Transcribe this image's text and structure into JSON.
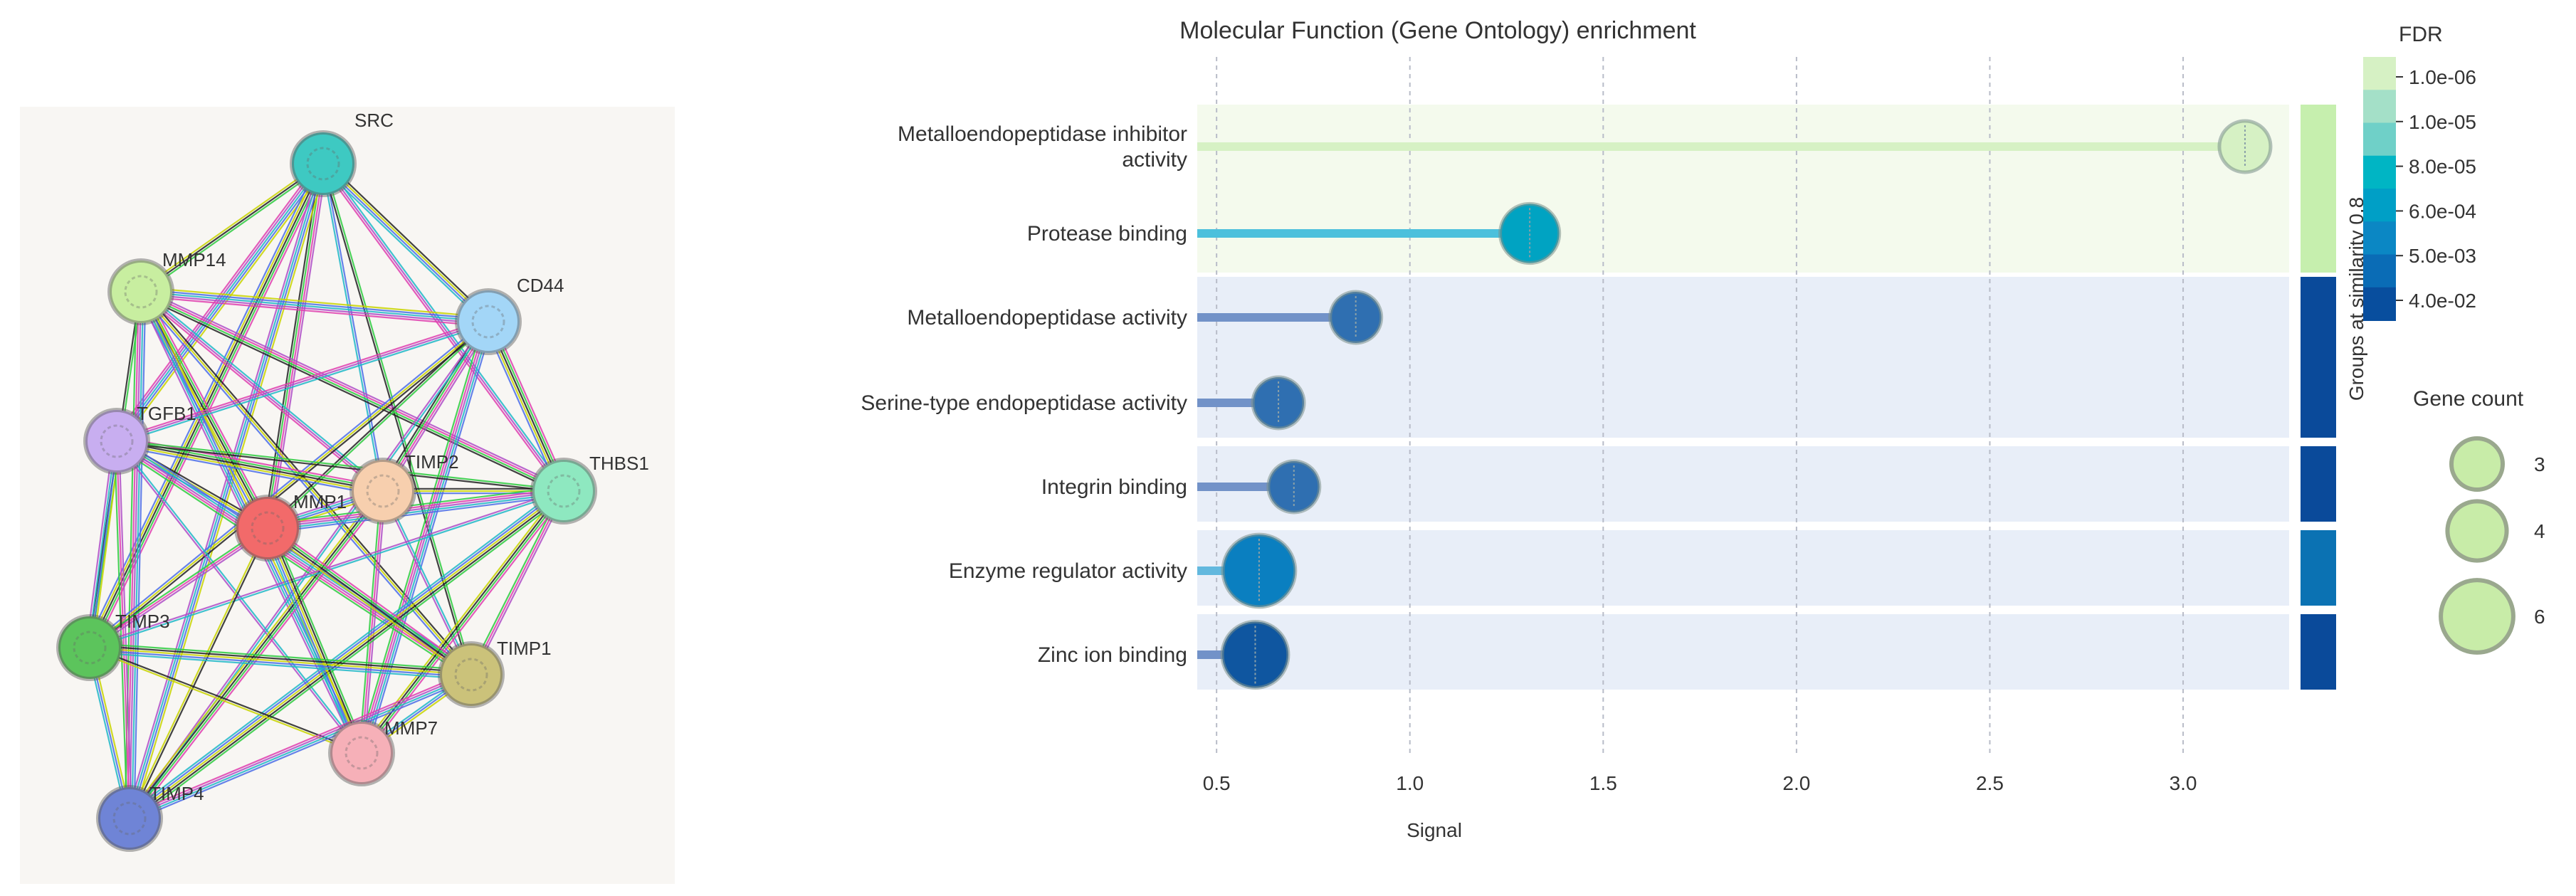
{
  "network": {
    "nodes": [
      {
        "label": "SRC",
        "color": "#3ec9c2"
      },
      {
        "label": "MMP14",
        "color": "#c8eea0"
      },
      {
        "label": "CD44",
        "color": "#a3d6f7"
      },
      {
        "label": "TGFB1",
        "color": "#c8aef0"
      },
      {
        "label": "TIMP2",
        "color": "#f7cfae"
      },
      {
        "label": "THBS1",
        "color": "#8ee8c0"
      },
      {
        "label": "MMP1",
        "color": "#f26a6a"
      },
      {
        "label": "TIMP3",
        "color": "#5cc45c"
      },
      {
        "label": "TIMP1",
        "color": "#cbc27a"
      },
      {
        "label": "MMP7",
        "color": "#f6b0b8"
      },
      {
        "label": "TIMP4",
        "color": "#6f84d6"
      }
    ]
  },
  "chart_data": {
    "type": "scatter",
    "title": "Molecular Function (Gene Ontology) enrichment",
    "xlabel": "Signal",
    "ylabel": "",
    "xlim": [
      0.45,
      3.3
    ],
    "xticks": [
      "0.5",
      "1.0",
      "1.5",
      "2.0",
      "2.5",
      "3.0"
    ],
    "grid": "vertical dashed",
    "categories": [
      "Metalloendopeptidase inhibitor activity",
      "Protease binding",
      "Metalloendopeptidase activity",
      "Serine-type endopeptidase activity",
      "Integrin binding",
      "Enzyme regulator activity",
      "Zinc ion binding"
    ],
    "signal": [
      3.16,
      1.31,
      0.86,
      0.66,
      0.7,
      0.61,
      0.6
    ],
    "gene_count": [
      3,
      4,
      3,
      3,
      3,
      6,
      5
    ],
    "fdr_color": [
      "#d6f1c4",
      "#00a3c2",
      "#2f6fb1",
      "#2f6fb1",
      "#2f6fb1",
      "#0a7fc0",
      "#0f56a0"
    ],
    "line_color": [
      "#d6f1c4",
      "#4cc0dc",
      "#7292c8",
      "#7292c8",
      "#7292c8",
      "#62b8de",
      "#7292c8"
    ],
    "groups": {
      "label": "Groups at similarity 0.8",
      "bands": [
        {
          "rows": [
            0,
            1
          ],
          "color": "#c6efae",
          "bg": "#f4faed"
        },
        {
          "rows": [
            2,
            3
          ],
          "color": "#0a4a9a",
          "bg": "#e8eef8"
        },
        {
          "rows": [
            4,
            4
          ],
          "color": "#0a4a9a",
          "bg": "#e8eef8"
        },
        {
          "rows": [
            5,
            5
          ],
          "color": "#0b72b3",
          "bg": "#e8eef8"
        },
        {
          "rows": [
            6,
            6
          ],
          "color": "#0a4a9a",
          "bg": "#e8eef8"
        }
      ]
    },
    "fdr_legend": {
      "title": "FDR",
      "ticks": [
        "1.0e-06",
        "1.0e-05",
        "8.0e-05",
        "6.0e-04",
        "5.0e-03",
        "4.0e-02"
      ],
      "colors": [
        "#d6f1c4",
        "#a4e0c8",
        "#6fd0c8",
        "#00b5c4",
        "#009fc6",
        "#0b87c4",
        "#0a6cb6",
        "#084e9e"
      ]
    },
    "size_legend": {
      "title": "Gene count",
      "items": [
        "3",
        "4",
        "6"
      ]
    }
  }
}
